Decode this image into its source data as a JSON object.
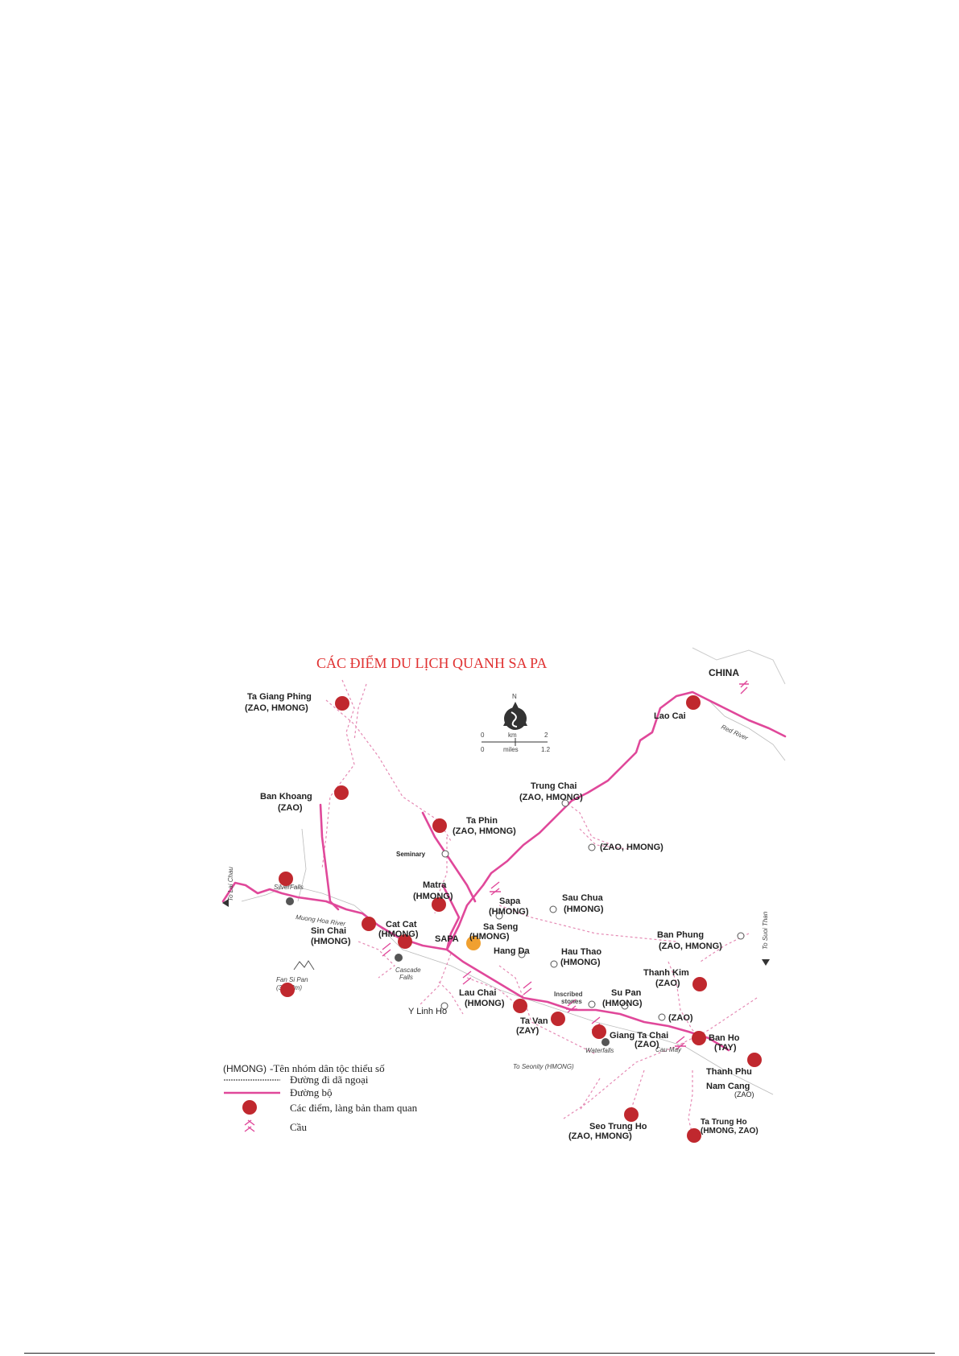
{
  "map": {
    "title": "CÁC ĐIỂM DU LỊCH QUANH SA PA",
    "country_label": "CHINA",
    "compass": {
      "north": "N",
      "km_label": "km",
      "miles_label": "miles",
      "scale_km": [
        "0",
        "2"
      ],
      "scale_miles": [
        "0",
        "1.2"
      ]
    },
    "directional": {
      "to_lai_chau": "To Lai Chau",
      "to_suoi_thau": "To Suoi Than",
      "to_seonity": "To Seonity (HMONG)"
    },
    "places": {
      "ta_giang_phing": [
        "Ta Giang Phing",
        "(ZAO, HMONG)"
      ],
      "lao_cai": [
        "Lao Cai"
      ],
      "ban_khoang": [
        "Ban Khoang",
        "(ZAO)"
      ],
      "trung_chai": [
        "Trung Chai",
        "(ZAO, HMONG)"
      ],
      "ta_phin": [
        "Ta Phin",
        "(ZAO, HMONG)"
      ],
      "zao_hmong_east": [
        "(ZAO, HMONG)"
      ],
      "seminary": [
        "Seminary"
      ],
      "matra": [
        "Matra",
        "(HMONG)"
      ],
      "sapa": [
        "Sapa",
        "(HMONG)"
      ],
      "sau_chua": [
        "Sau Chua",
        "(HMONG)"
      ],
      "cat_cat": [
        "Cat Cat",
        "(HMONG)"
      ],
      "sin_chai": [
        "Sin Chai",
        "(HMONG)"
      ],
      "sa_seng": [
        "Sa Seng",
        "(HMONG)"
      ],
      "sapa_town": [
        "SAPA"
      ],
      "hang_da": [
        "Hang Da"
      ],
      "hau_thao": [
        "Hau Thao",
        "(HMONG)"
      ],
      "ban_phung": [
        "Ban Phung",
        "(ZAO, HMONG)"
      ],
      "thanh_kim": [
        "Thanh Kim",
        "(ZAO)"
      ],
      "lau_chai": [
        "Lau Chai",
        "(HMONG)"
      ],
      "y_linh_ho": [
        "Y Linh Ho"
      ],
      "su_pan": [
        "Su Pan",
        "(HMONG)"
      ],
      "ta_van": [
        "Ta Van",
        "(ZAY)"
      ],
      "giang_ta_chai": [
        "Giang Ta Chai",
        "(ZAO)"
      ],
      "zao_small": [
        "(ZAO)"
      ],
      "ban_ho": [
        "Ban Ho",
        "(TAY)"
      ],
      "thanh_phu": [
        "Thanh Phu"
      ],
      "nam_cang": [
        "Nam Cang",
        "(ZAO)"
      ],
      "seo_trung_ho": [
        "Seo  Trung Ho",
        "(ZAO, HMONG)"
      ],
      "ta_trung_ho": [
        "Ta Trung Ho",
        "(HMONG, ZAO)"
      ]
    },
    "features": {
      "silver_falls": "SilverFalls",
      "muong_hoa_river": "Muong Hoa River",
      "fan_si_pan": [
        "Fan Si Pan",
        "(3,142m)"
      ],
      "cascade_falls": [
        "Cascade",
        "Falls"
      ],
      "inscribed_stones": [
        "Inscribed",
        "stones"
      ],
      "waterfalls": "Waterfalls",
      "cau_may": "Cau May",
      "red_river": "Red River"
    },
    "legend": {
      "ethnic_label": "(HMONG)",
      "ethnic_desc": " -Tên nhóm dân tộc thiểu số",
      "trail": "Đường đi dã ngoại",
      "road": "Đường bộ",
      "village": "Các điểm, làng bản tham quan",
      "bridge": "Cầu"
    },
    "colors": {
      "road": "#e0489a",
      "trail": "#e58ab4",
      "village_dot": "#c0282e",
      "sapa_dot": "#f0a030",
      "title": "#e03030"
    }
  }
}
